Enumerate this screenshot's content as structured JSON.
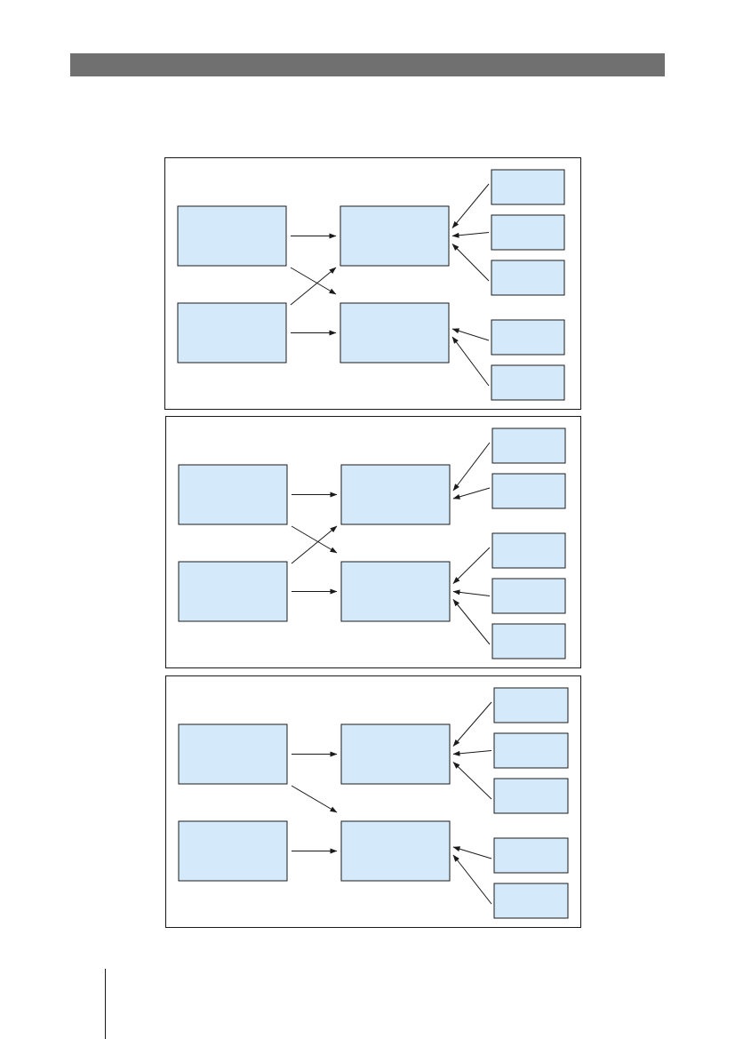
{
  "colors": {
    "header_bar": "#707070",
    "box_fill": "#d4eafb",
    "box_stroke": "#1a1a1a",
    "panel_stroke": "#1a1a1a",
    "arrow": "#1a1a1a",
    "footer_rule": "#1a1a1a"
  },
  "panels": [
    {
      "sources": [
        {
          "label": ""
        },
        {
          "label": ""
        }
      ],
      "targets": [
        {
          "label": ""
        },
        {
          "label": ""
        }
      ],
      "inputs": [
        {
          "label": ""
        },
        {
          "label": ""
        },
        {
          "label": ""
        },
        {
          "label": ""
        },
        {
          "label": ""
        }
      ],
      "input_groups": [
        3,
        2
      ],
      "links": [
        [
          0,
          0
        ],
        [
          0,
          1
        ],
        [
          1,
          0
        ],
        [
          1,
          1
        ]
      ]
    },
    {
      "sources": [
        {
          "label": ""
        },
        {
          "label": ""
        }
      ],
      "targets": [
        {
          "label": ""
        },
        {
          "label": ""
        }
      ],
      "inputs": [
        {
          "label": ""
        },
        {
          "label": ""
        },
        {
          "label": ""
        },
        {
          "label": ""
        },
        {
          "label": ""
        }
      ],
      "input_groups": [
        2,
        3
      ],
      "links": [
        [
          0,
          0
        ],
        [
          0,
          1
        ],
        [
          1,
          0
        ],
        [
          1,
          1
        ]
      ]
    },
    {
      "sources": [
        {
          "label": ""
        },
        {
          "label": ""
        }
      ],
      "targets": [
        {
          "label": ""
        },
        {
          "label": ""
        }
      ],
      "inputs": [
        {
          "label": ""
        },
        {
          "label": ""
        },
        {
          "label": ""
        },
        {
          "label": ""
        },
        {
          "label": ""
        }
      ],
      "input_groups": [
        3,
        2
      ],
      "links": [
        [
          0,
          0
        ],
        [
          0,
          1
        ],
        [
          1,
          1
        ]
      ]
    }
  ]
}
